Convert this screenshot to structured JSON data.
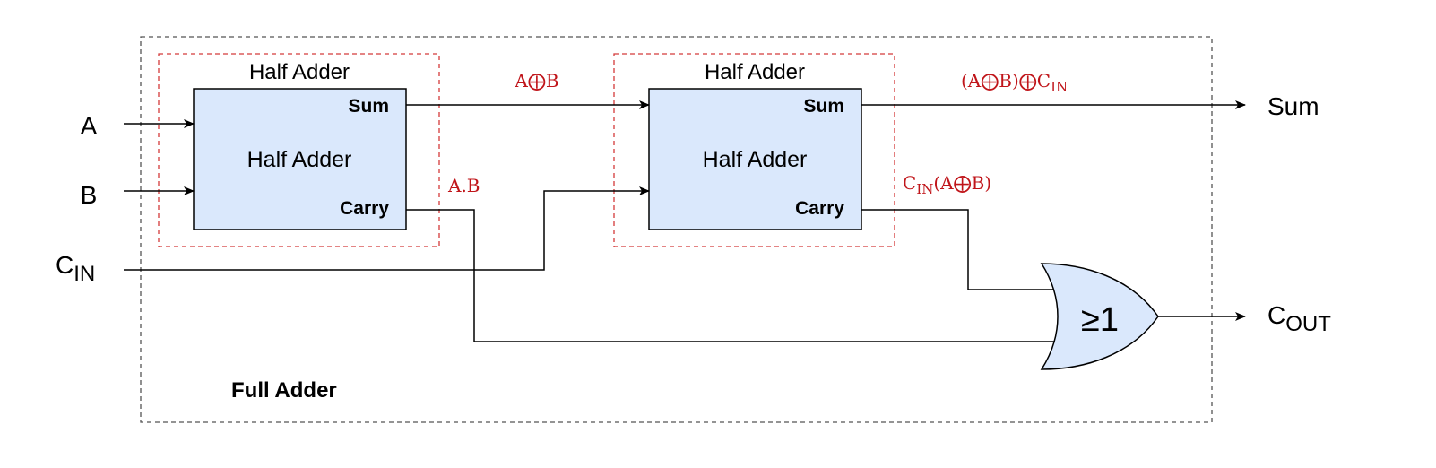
{
  "colors": {
    "block_fill": "#dae8fc",
    "stroke": "#000000",
    "annotation": "#c0151a",
    "outer_border": "#555555",
    "inner_border": "#d43a3a"
  },
  "full_adder": {
    "label": "Full Adder"
  },
  "inputs": {
    "a": "A",
    "b": "B",
    "cin_main": "C",
    "cin_sub": "IN"
  },
  "outputs": {
    "sum": "Sum",
    "cout_main": "C",
    "cout_sub": "OUT"
  },
  "half_adder_1": {
    "group_title": "Half Adder",
    "block_label": "Half Adder",
    "sum_port": "Sum",
    "carry_port": "Carry"
  },
  "half_adder_2": {
    "group_title": "Half Adder",
    "block_label": "Half Adder",
    "sum_port": "Sum",
    "carry_port": "Carry"
  },
  "or_gate": {
    "label": "≥1"
  },
  "annotations": {
    "a_xor_b": "A⨁B",
    "a_and_b": "A.B",
    "sum_expr_main": "(A⨁B)⨁C",
    "sum_expr_sub": "IN",
    "carry2_sub": "IN",
    "carry2_rest": "(A⨁B)",
    "carry2_prefix": "C"
  }
}
